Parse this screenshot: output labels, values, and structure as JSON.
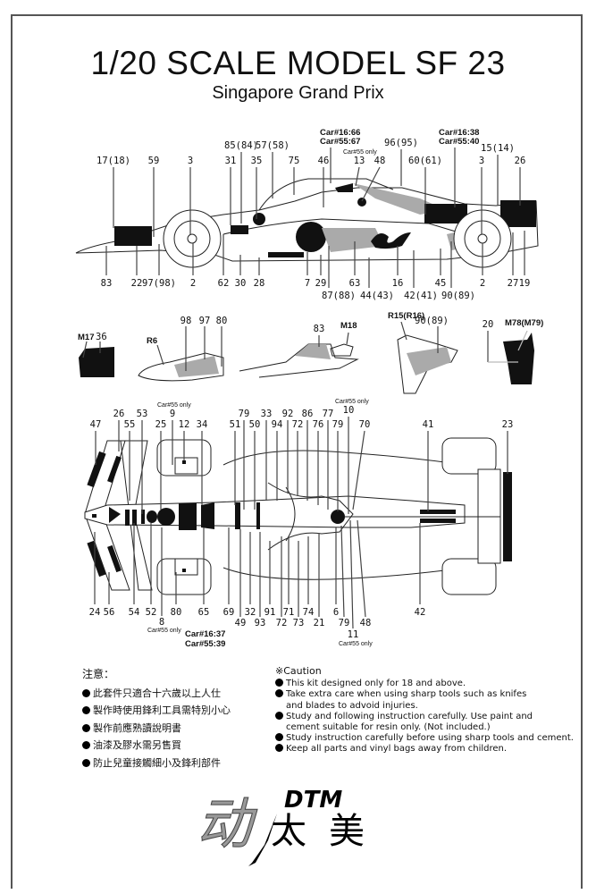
{
  "header": {
    "title": "1/20 SCALE MODEL SF 23",
    "subtitle": "Singapore Grand Prix"
  },
  "side_view": {
    "top_labels": [
      "17(18)",
      "59",
      "3",
      "31",
      "85(84)",
      "35",
      "57(58)",
      "75",
      "46",
      "13",
      "48",
      "96(95)",
      "60(61)",
      "3",
      "15(14)",
      "26"
    ],
    "car_note_left": [
      "Car#16:66",
      "Car#55:67"
    ],
    "car_note_right": [
      "Car#16:38",
      "Car#55:40"
    ],
    "car55_only_note": "Car#55 only",
    "bottom_labels": [
      "83",
      "22",
      "97(98)",
      "2",
      "62",
      "30",
      "28",
      "7",
      "29",
      "63",
      "16",
      "45",
      "2",
      "27",
      "19"
    ],
    "bottom_labels_low": [
      "87(88)",
      "44(43)",
      "42(41)",
      "90(89)"
    ]
  },
  "detail_views": {
    "d1": [
      "M17",
      "36"
    ],
    "d2": [
      "R6",
      "98",
      "97",
      "80"
    ],
    "d3": [
      "83",
      "M18"
    ],
    "d4": [
      "R15(R16)",
      "90(89)"
    ],
    "d5": [
      "20",
      "M78(M79)"
    ]
  },
  "top_view": {
    "top_row1": [
      "26",
      "53",
      "9",
      "79",
      "33",
      "92",
      "86",
      "77",
      "10"
    ],
    "top_row2": [
      "47",
      "55",
      "25",
      "12",
      "34",
      "51",
      "50",
      "94",
      "72",
      "76",
      "79",
      "70",
      "41",
      "23"
    ],
    "car55_only_9": "Car#55 only",
    "car55_only_10": "Car#55 only",
    "bottom_row1": [
      "24",
      "56",
      "54",
      "52",
      "80",
      "65",
      "69",
      "32",
      "91",
      "71",
      "74",
      "6",
      "48",
      "42"
    ],
    "bottom_row2": [
      "49",
      "93",
      "72",
      "73",
      "21",
      "79"
    ],
    "label_8": "8",
    "car55_only_8": "Car#55 only",
    "car_note": [
      "Car#16:37",
      "Car#55:39"
    ],
    "label_11": "11",
    "car55_only_11": "Car#55 only"
  },
  "caution_cn": {
    "heading": "注意：",
    "items": [
      "此套件只適合十六歲以上人仕",
      "製作時使用鋒利工具需特別小心",
      "製作前應熟讀說明書",
      "油漆及膠水需另售買",
      "防止兒童接觸細小及鋒利部件"
    ]
  },
  "caution_en": {
    "heading": "※Caution",
    "items": [
      [
        "This kit designed only for 18 and above."
      ],
      [
        "Take extra care when using sharp tools such as knifes",
        "and blades to advoid injuries."
      ],
      [
        "Study and following instruction carefully. Use paint and",
        "cement suitable for resin only. (Not included.)"
      ],
      [
        "Study instruction carefully before using sharp tools and cement."
      ],
      [
        "Keep all parts and vinyl bags away from children."
      ]
    ]
  },
  "logo": {
    "brand": "DTM",
    "chars": [
      "动",
      "太",
      "美"
    ]
  }
}
